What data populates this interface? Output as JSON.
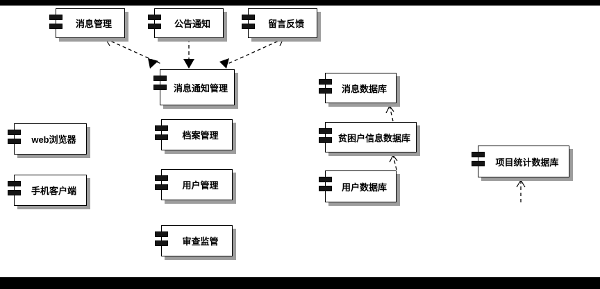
{
  "diagram": {
    "kind": "uml-component-diagram",
    "colors": {
      "background": "#000000",
      "canvas": "#ffffff",
      "component_fill": "#ffffff",
      "component_border": "#000000",
      "shadow": "#9d9d9d",
      "connector": "#000000"
    },
    "components": [
      {
        "id": "message-management",
        "label": "消息管理"
      },
      {
        "id": "announcement-notice",
        "label": "公告通知"
      },
      {
        "id": "feedback",
        "label": "留言反馈"
      },
      {
        "id": "message-notification-management",
        "label": "消息通知管理"
      },
      {
        "id": "web-browser",
        "label": "web浏览器"
      },
      {
        "id": "mobile-client",
        "label": "手机客户端"
      },
      {
        "id": "archive-management",
        "label": "档案管理"
      },
      {
        "id": "user-management",
        "label": "用户管理"
      },
      {
        "id": "review-supervision",
        "label": "审查监管"
      },
      {
        "id": "message-database",
        "label": "消息数据库"
      },
      {
        "id": "poor-household-info-database",
        "label": "贫困户信息数据库"
      },
      {
        "id": "user-database",
        "label": "用户数据库"
      },
      {
        "id": "project-statistics-database",
        "label": "项目统计数据库"
      }
    ],
    "connections": [
      {
        "from": "message-management",
        "to": "message-notification-management",
        "style": "dashed"
      },
      {
        "from": "announcement-notice",
        "to": "message-notification-management",
        "style": "dashed"
      },
      {
        "from": "feedback",
        "to": "message-notification-management",
        "style": "dashed"
      },
      {
        "from": "poor-household-info-database",
        "to": "message-database",
        "style": "dashed"
      },
      {
        "from": "user-database",
        "to": "poor-household-info-database",
        "style": "dashed"
      },
      {
        "from": "below",
        "to": "project-statistics-database",
        "style": "dashed"
      }
    ]
  }
}
